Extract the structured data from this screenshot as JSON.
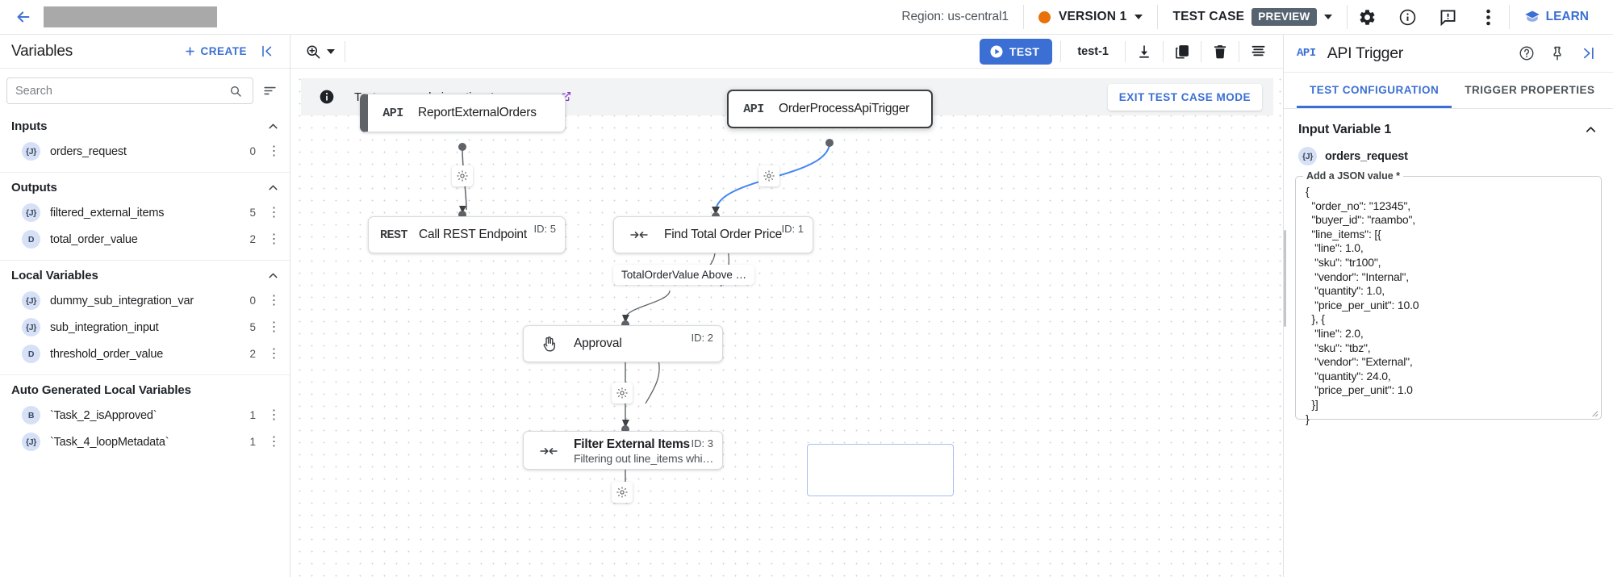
{
  "topbar": {
    "back_icon": "arrow-left-icon",
    "region": "Region: us-central1",
    "version_label": "VERSION 1",
    "testcase_label": "TEST CASE",
    "preview_chip": "PREVIEW",
    "settings_icon": "gear-icon",
    "info_icon": "info-icon",
    "feedback_icon": "feedback-icon",
    "overflow_icon": "more-vert-icon",
    "learn_label": "LEARN",
    "accent_blue": "#3b6fd4",
    "version_dot_color": "#e8710a",
    "preview_chip_color": "#566370"
  },
  "sidebar": {
    "title": "Variables",
    "create_label": "CREATE",
    "collapse_icon": "collapse-left-icon",
    "search": {
      "placeholder": "Search",
      "value": ""
    },
    "sections": [
      {
        "title": "Inputs",
        "items": [
          {
            "badge": "{J}",
            "name": "orders_request",
            "count": "0"
          }
        ]
      },
      {
        "title": "Outputs",
        "items": [
          {
            "badge": "{J}",
            "name": "filtered_external_items",
            "count": "5"
          },
          {
            "badge": "D",
            "name": "total_order_value",
            "count": "2"
          }
        ]
      },
      {
        "title": "Local Variables",
        "items": [
          {
            "badge": "{J}",
            "name": "dummy_sub_integration_var",
            "count": "0"
          },
          {
            "badge": "{J}",
            "name": "sub_integration_input",
            "count": "5"
          },
          {
            "badge": "D",
            "name": "threshold_order_value",
            "count": "2"
          }
        ]
      },
      {
        "title": "Auto Generated Local Variables",
        "items": [
          {
            "badge": "B",
            "name": "`Task_2_isApproved`",
            "count": "1"
          },
          {
            "badge": "{J}",
            "name": "`Task_4_loopMetadata`",
            "count": "1"
          }
        ]
      }
    ]
  },
  "canvas_toolbar": {
    "zoom_icon": "zoom-in-icon",
    "test_label": "TEST",
    "test_name": "test-1",
    "download_icon": "download-icon",
    "copy_icon": "copy-icon",
    "delete_icon": "trash-icon",
    "logs_icon": "list-icon"
  },
  "banner": {
    "info_icon": "info-filled-icon",
    "text": "Test case mode is active.",
    "link": "Learn more.",
    "link_icon": "external-link-icon",
    "exit_label": "EXIT TEST CASE MODE",
    "link_color": "#8430ce"
  },
  "canvas": {
    "nodes": [
      {
        "id": "n-report",
        "icon": "API",
        "title": "ReportExternalOrders",
        "subtitle": "",
        "id_label": "",
        "kind": "trigger"
      },
      {
        "id": "n-orderproc",
        "icon": "API",
        "title": "OrderProcessApiTrigger",
        "subtitle": "",
        "id_label": "",
        "kind": "trigger-selected"
      },
      {
        "id": "n-rest",
        "icon": "REST",
        "title": "Call REST Endpoint",
        "subtitle": "",
        "id_label": "ID: 5",
        "kind": "task"
      },
      {
        "id": "n-findtotal",
        "icon": "mapping-icon",
        "title": "Find Total Order Price",
        "subtitle": "",
        "id_label": "ID: 1",
        "kind": "task"
      },
      {
        "id": "n-approval",
        "icon": "hand-icon",
        "title": "Approval",
        "subtitle": "",
        "id_label": "ID: 2",
        "kind": "task"
      },
      {
        "id": "n-filter",
        "icon": "mapping-icon",
        "title": "Filter External Items",
        "subtitle": "Filtering out line_items whi…",
        "id_label": "ID: 3",
        "kind": "task"
      }
    ],
    "edge_label": "TotalOrderValue Above …",
    "gear_icon": "gear-small-icon"
  },
  "rightpanel": {
    "api_tag": "API",
    "title": "API Trigger",
    "help_icon": "help-circle-icon",
    "pin_icon": "pin-icon",
    "expand_icon": "expand-right-icon",
    "tabs": [
      {
        "label": "TEST CONFIGURATION",
        "active": true
      },
      {
        "label": "TRIGGER PROPERTIES",
        "active": false
      }
    ],
    "input_variable_title": "Input Variable 1",
    "collapse_icon": "chevron-up-icon",
    "variable": {
      "badge": "{J}",
      "name": "orders_request"
    },
    "json_legend": "Add a JSON value *",
    "json_value": "{\n  \"order_no\": \"12345\",\n  \"buyer_id\": \"raambo\",\n  \"line_items\": [{\n   \"line\": 1.0,\n   \"sku\": \"tr100\",\n   \"vendor\": \"Internal\",\n   \"quantity\": 1.0,\n   \"price_per_unit\": 10.0\n  }, {\n   \"line\": 2.0,\n   \"sku\": \"tbz\",\n   \"vendor\": \"External\",\n   \"quantity\": 24.0,\n   \"price_per_unit\": 1.0\n  }]\n}"
  }
}
